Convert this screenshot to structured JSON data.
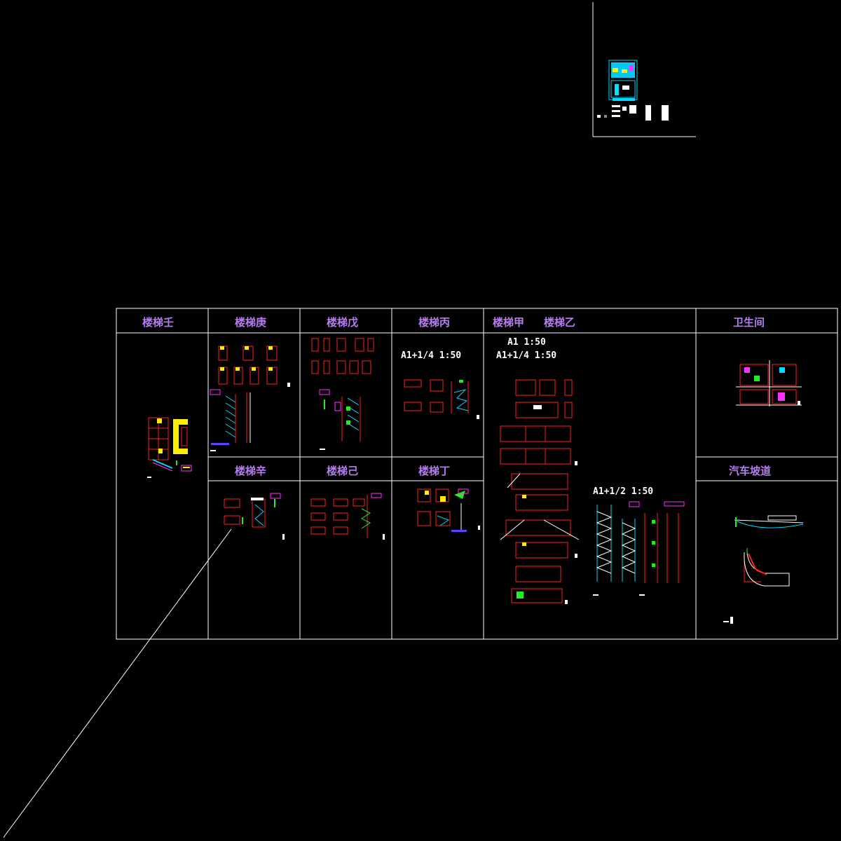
{
  "drawing": {
    "background": "#000000",
    "colors": {
      "frame": "#ffffff",
      "header_text": "#b67cf0",
      "red": "#ff2020",
      "yellow": "#ffee00",
      "cyan": "#00d8ff",
      "green": "#22ee22",
      "magenta": "#ff30ff",
      "blue": "#3040ff"
    }
  },
  "headers": {
    "ren": "楼梯壬",
    "geng": "楼梯庚",
    "wu": "楼梯戊",
    "bing": "楼梯丙",
    "jia": "楼梯甲",
    "yi": "楼梯乙",
    "toilet": "卫生间",
    "xin": "楼梯辛",
    "ji": "楼梯己",
    "ding": "楼梯丁",
    "ramp": "汽车坡道"
  },
  "scales": {
    "bing": "A1+1/4 1:50",
    "jia_a1": "A1 1:50",
    "jia_a1_quarter": "A1+1/4 1:50",
    "jia_a1_half": "A1+1/2 1:50"
  }
}
